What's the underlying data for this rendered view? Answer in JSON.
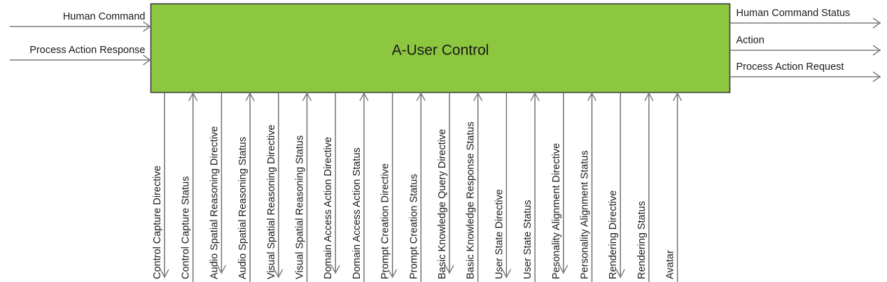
{
  "diagram": {
    "title": "A-User Control",
    "block_color": "#8DC63F",
    "block_border_color": "#3b3b3b",
    "line_color": "#7b7b7b",
    "text_color": "#1a1a1a",
    "inputs_left": [
      {
        "label": "Human Command",
        "direction": "in"
      },
      {
        "label": "Process Action Response",
        "direction": "in"
      }
    ],
    "outputs_right": [
      {
        "label": "Human Command Status",
        "direction": "out"
      },
      {
        "label": "Action",
        "direction": "out"
      },
      {
        "label": "Process Action Request",
        "direction": "out"
      }
    ],
    "bottom_ports": [
      {
        "label": "Control Capture Directive",
        "direction": "out"
      },
      {
        "label": "Control Capture Status",
        "direction": "in"
      },
      {
        "label": "Audio Spatial Reasoning Directive",
        "direction": "out"
      },
      {
        "label": "Audio Spatial Reasoning Status",
        "direction": "in"
      },
      {
        "label": "Visual Spatial Reasoning Directive",
        "direction": "out"
      },
      {
        "label": "Visual Spatial Reasoning Status",
        "direction": "in"
      },
      {
        "label": "Domain Access Action Directive",
        "direction": "out"
      },
      {
        "label": "Domain Access Action Status",
        "direction": "in"
      },
      {
        "label": "Prompt Creation Directive",
        "direction": "out"
      },
      {
        "label": "Prompt Creation Status",
        "direction": "in"
      },
      {
        "label": "Basic Knowledge Query Directive",
        "direction": "out"
      },
      {
        "label": "Basic Knowledge Response Status",
        "direction": "in"
      },
      {
        "label": "User State Directive",
        "direction": "out"
      },
      {
        "label": "User State Status",
        "direction": "in"
      },
      {
        "label": "Pesonality Alignment Directive",
        "direction": "out"
      },
      {
        "label": "Personality Alignment Status",
        "direction": "in"
      },
      {
        "label": "Rendering Directive",
        "direction": "out"
      },
      {
        "label": "Rendering Status",
        "direction": "in"
      },
      {
        "label": "Avatar",
        "direction": "in"
      }
    ]
  }
}
